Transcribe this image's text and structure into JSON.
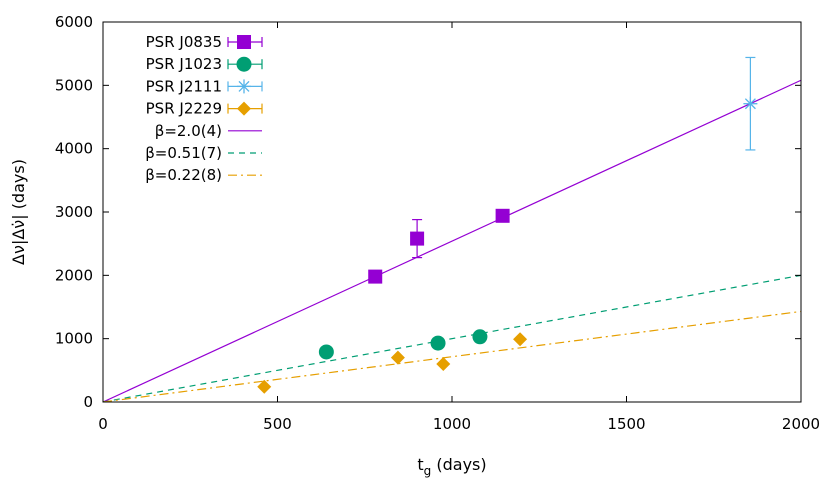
{
  "chart_data": {
    "type": "scatter",
    "xlabel_main": "t",
    "xlabel_sub": "g",
    "xlabel_rest": " (days)",
    "ylabel": "Δν|Δν̇| (days)",
    "xlim": [
      0,
      2000
    ],
    "ylim": [
      0,
      6000
    ],
    "xticks": [
      0,
      500,
      1000,
      1500,
      2000
    ],
    "yticks": [
      0,
      1000,
      2000,
      3000,
      4000,
      5000,
      6000
    ],
    "grid": false,
    "legend_position": "top-left",
    "series": [
      {
        "name": "PSR J0835",
        "marker": "square",
        "color": "#9400d3",
        "points": [
          {
            "x": 780,
            "y": 1980,
            "yerr": 0
          },
          {
            "x": 900,
            "y": 2580,
            "yerr": 300
          },
          {
            "x": 1145,
            "y": 2940,
            "yerr": 0
          }
        ]
      },
      {
        "name": "PSR J1023",
        "marker": "circle",
        "color": "#009e73",
        "points": [
          {
            "x": 640,
            "y": 790,
            "yerr": 0
          },
          {
            "x": 960,
            "y": 930,
            "yerr": 0
          },
          {
            "x": 1080,
            "y": 1030,
            "yerr": 0
          }
        ]
      },
      {
        "name": "PSR J2111",
        "marker": "star",
        "color": "#56b4e9",
        "points": [
          {
            "x": 1855,
            "y": 4710,
            "yerr": 730
          }
        ]
      },
      {
        "name": "PSR J2229",
        "marker": "diamond",
        "color": "#e69f00",
        "points": [
          {
            "x": 462,
            "y": 240,
            "yerr": 0
          },
          {
            "x": 845,
            "y": 700,
            "yerr": 0
          },
          {
            "x": 975,
            "y": 600,
            "yerr": 0
          },
          {
            "x": 1195,
            "y": 990,
            "yerr": 0
          }
        ]
      }
    ],
    "fits": [
      {
        "name": "β=2.0(4)",
        "slope": 2.54,
        "color": "#9400d3",
        "dash": "solid"
      },
      {
        "name": "β=0.51(7)",
        "slope": 1.0,
        "color": "#009e73",
        "dash": "dashed"
      },
      {
        "name": "β=0.22(8)",
        "slope": 0.715,
        "color": "#e69f00",
        "dash": "dashdot"
      }
    ]
  }
}
